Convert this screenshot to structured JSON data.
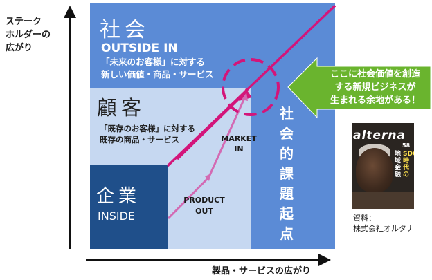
{
  "axes": {
    "y_label": "ステーク\nホルダーの\n広がり",
    "x_label": "製品・サービスの広がり"
  },
  "society": {
    "title": "社会",
    "subtitle": "OUTSIDE IN",
    "description": "「未来のお客様」に対する\n新しい価値・商品・サービス"
  },
  "customer": {
    "title": "顧客",
    "description": "「既存のお客様」に対する\n既存の商品・サービス"
  },
  "company": {
    "title": "企業",
    "subtitle": "INSIDE"
  },
  "labels": {
    "market_in": "MARKET\nIN",
    "product_out": "PRODUCT\nOUT",
    "social_issue_origin": "社会的課題起点"
  },
  "callout": {
    "text": "ここに社会価値を創造\nする新規ビジネスが\n生まれる余地がある！"
  },
  "magazine": {
    "title": "alterna",
    "issue_number": "58",
    "headline_white": "地域金融",
    "headline_yellow": "SDGs時代の"
  },
  "source": {
    "text": "資料：\n株式会社オルタナ"
  },
  "colors": {
    "outer_blue": "#5b8bd6",
    "light_blue": "#c6d8f1",
    "dark_navy": "#1f4f8a",
    "magenta_line": "#d3157a",
    "pink_arrows": "#d36ab3",
    "green_callout": "#6ab42e"
  }
}
